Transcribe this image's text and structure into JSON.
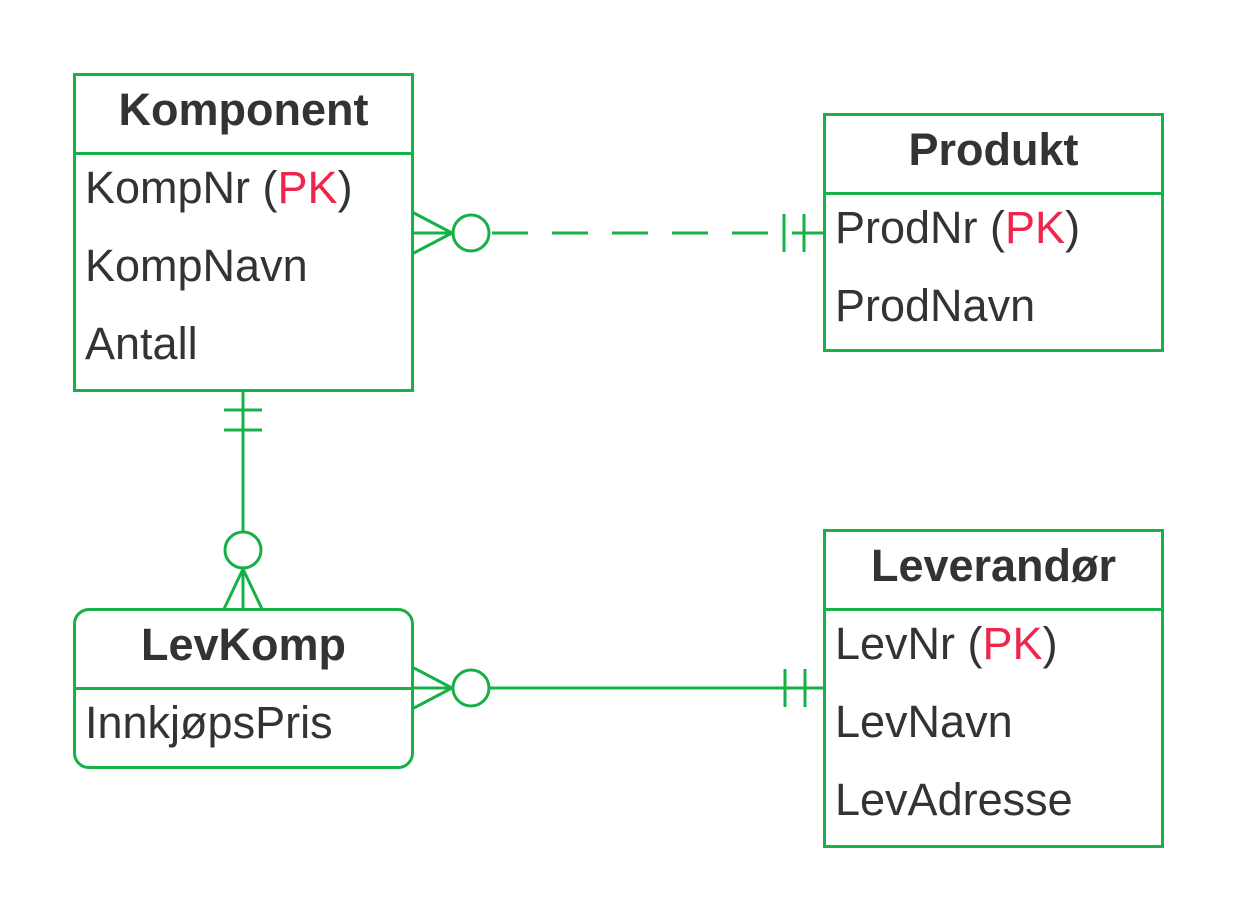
{
  "colors": {
    "line": "#15b147",
    "text": "#333333",
    "pk": "#f0254b",
    "background": "#ffffff"
  },
  "entities": {
    "komponent": {
      "title": "Komponent",
      "attributes": [
        {
          "name": "KompNr",
          "open": " (",
          "pk": "PK",
          "close": ")"
        },
        {
          "name": "KompNavn"
        },
        {
          "name": "Antall"
        }
      ]
    },
    "produkt": {
      "title": "Produkt",
      "attributes": [
        {
          "name": "ProdNr",
          "open": " (",
          "pk": "PK",
          "close": ")"
        },
        {
          "name": "ProdNavn"
        }
      ]
    },
    "levkomp": {
      "title": "LevKomp",
      "attributes": [
        {
          "name": "InnkjøpsPris"
        }
      ]
    },
    "leverandor": {
      "title": "Leverandør",
      "attributes": [
        {
          "name": "LevNr",
          "open": " (",
          "pk": "PK",
          "close": ")"
        },
        {
          "name": "LevNavn"
        },
        {
          "name": "LevAdresse"
        }
      ]
    }
  },
  "relationships": [
    {
      "from": "Komponent",
      "from_cardinality": "zero-or-many",
      "to": "Produkt",
      "to_cardinality": "one-and-only-one",
      "style": "dashed"
    },
    {
      "from": "Komponent",
      "from_cardinality": "one-and-only-one",
      "to": "LevKomp",
      "to_cardinality": "zero-or-many",
      "style": "solid"
    },
    {
      "from": "LevKomp",
      "from_cardinality": "zero-or-many",
      "to": "Leverandør",
      "to_cardinality": "one-and-only-one",
      "style": "solid"
    }
  ]
}
